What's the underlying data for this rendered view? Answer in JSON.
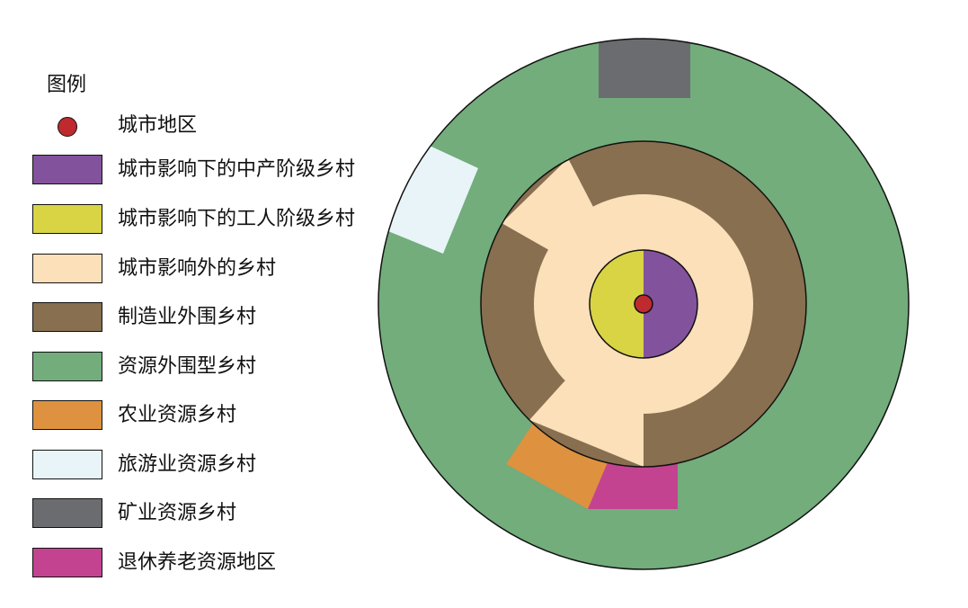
{
  "legend": {
    "title": "图例",
    "items": [
      {
        "name": "city",
        "label": "城市地区",
        "color": "#bf2a2f",
        "marker": "dot"
      },
      {
        "name": "urban-middle-class",
        "label": "城市影响下的中产阶级乡村",
        "color": "#83529c",
        "marker": "swatch"
      },
      {
        "name": "urban-working-class",
        "label": "城市影响下的工人阶级乡村",
        "color": "#d9d444",
        "marker": "swatch"
      },
      {
        "name": "outside-urban",
        "label": "城市影响外的乡村",
        "color": "#fbe0ba",
        "marker": "swatch"
      },
      {
        "name": "manufacturing",
        "label": "制造业外围乡村",
        "color": "#876f50",
        "marker": "swatch"
      },
      {
        "name": "resource",
        "label": "资源外围型乡村",
        "color": "#72ad7b",
        "marker": "swatch"
      },
      {
        "name": "agricultural",
        "label": "农业资源乡村",
        "color": "#de913f",
        "marker": "swatch"
      },
      {
        "name": "tourism",
        "label": "旅游业资源乡村",
        "color": "#e8f4f8",
        "marker": "swatch"
      },
      {
        "name": "mining",
        "label": "矿业资源乡村",
        "color": "#6b6c6f",
        "marker": "swatch"
      },
      {
        "name": "retirement",
        "label": "退休养老资源地区",
        "color": "#c44391",
        "marker": "swatch"
      }
    ]
  }
}
